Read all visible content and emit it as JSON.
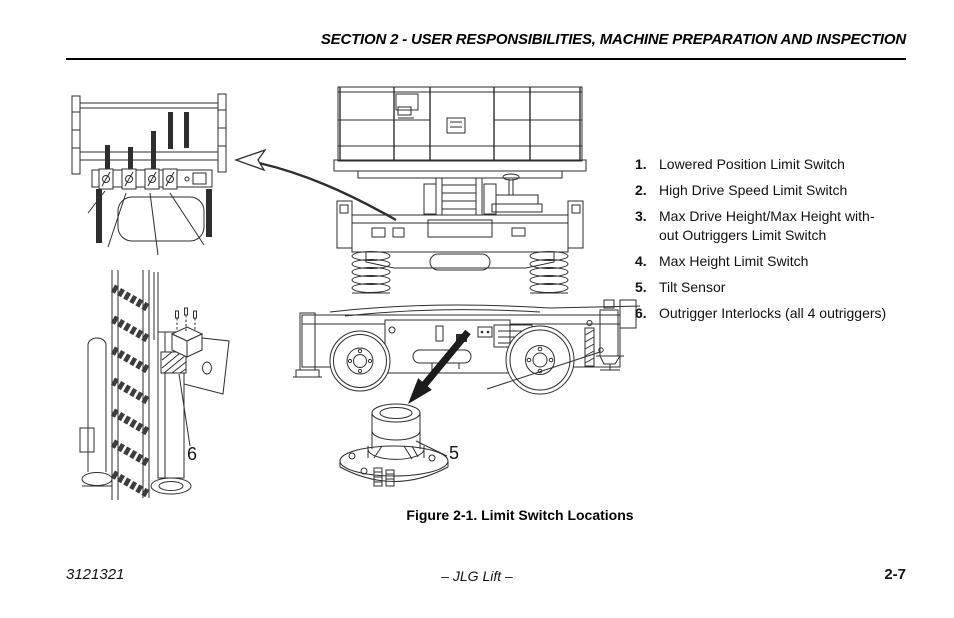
{
  "header": {
    "title": "SECTION 2 - USER RESPONSIBILITIES, MACHINE PREPARATION AND INSPECTION"
  },
  "figure": {
    "caption": "Figure 2-1. Limit Switch Locations",
    "callouts": {
      "tilt_sensor": "5",
      "outrigger_interlock": "6"
    }
  },
  "legend": {
    "items": [
      {
        "number": "1.",
        "label": "Lowered Position Limit Switch"
      },
      {
        "number": "2.",
        "label": "High Drive Speed Limit Switch"
      },
      {
        "number": "3.",
        "label": "Max Drive Height/Max Height with-\nout Outriggers Limit Switch"
      },
      {
        "number": "4.",
        "label": "Max Height Limit Switch"
      },
      {
        "number": "5.",
        "label": "Tilt Sensor"
      },
      {
        "number": "6.",
        "label": "Outrigger Interlocks (all 4 outriggers)"
      }
    ]
  },
  "footer": {
    "doc_number": "3121321",
    "brand": "– JLG Lift –",
    "page_number": "2-7"
  },
  "colors": {
    "ink": "#000000",
    "line": "#2e2e2e",
    "background": "#ffffff"
  }
}
